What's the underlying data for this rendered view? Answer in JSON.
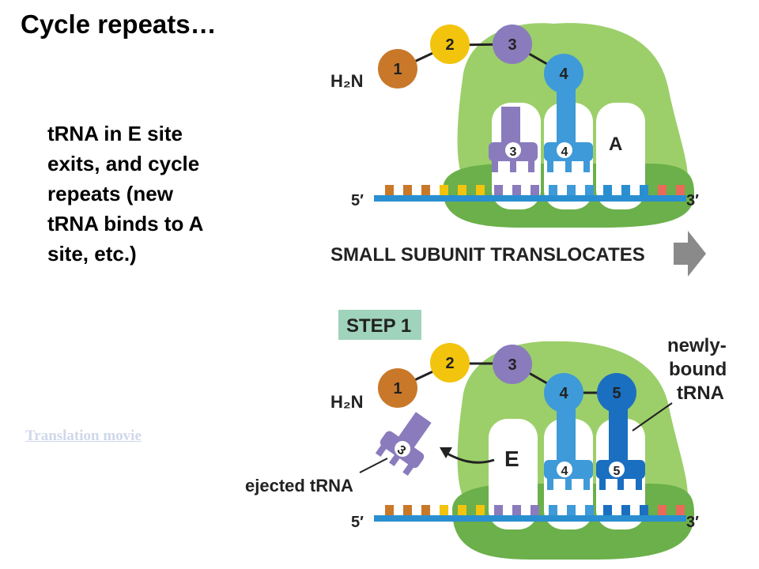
{
  "slide": {
    "title": "Cycle repeats…",
    "body": [
      "tRNA in E site",
      "exits, and cycle",
      "repeats (new",
      "tRNA binds to A",
      "site, etc.)"
    ],
    "link_label": "Translation movie"
  },
  "figure": {
    "top": {
      "terminus": "H₂N",
      "amino_acids": [
        "1",
        "2",
        "3",
        "4"
      ],
      "trna_labels": [
        "3",
        "4"
      ],
      "site_label": "A",
      "five_prime": "5′",
      "three_prime": "3′",
      "caption": "SMALL SUBUNIT TRANSLOCATES"
    },
    "bottom": {
      "step_label": "STEP 1",
      "terminus": "H₂N",
      "amino_acids": [
        "1",
        "2",
        "3",
        "4",
        "5"
      ],
      "trna_labels": [
        "4",
        "5"
      ],
      "ejected_trna_label": "3",
      "site_label": "E",
      "five_prime": "5′",
      "three_prime": "3′",
      "new_trna_label": [
        "newly-",
        "bound",
        "tRNA"
      ],
      "ejected_label": "ejected tRNA"
    }
  },
  "colors": {
    "ribosome": "#9ccf6a",
    "ribosome_dark": "#6bb04a",
    "mrna": "#2a8fd0",
    "trna_blue": "#3e9ad8",
    "trna_dark_blue": "#1a6fc0",
    "trna_purple": "#8a7bbd",
    "aa1": "#c9782a",
    "aa2": "#f2c40e",
    "aa3": "#8a7bbd",
    "aa4": "#3e9ad8",
    "aa5": "#1a6fc0",
    "step_bg": "#9fd3bb",
    "arrow": "#8a8a8a"
  }
}
